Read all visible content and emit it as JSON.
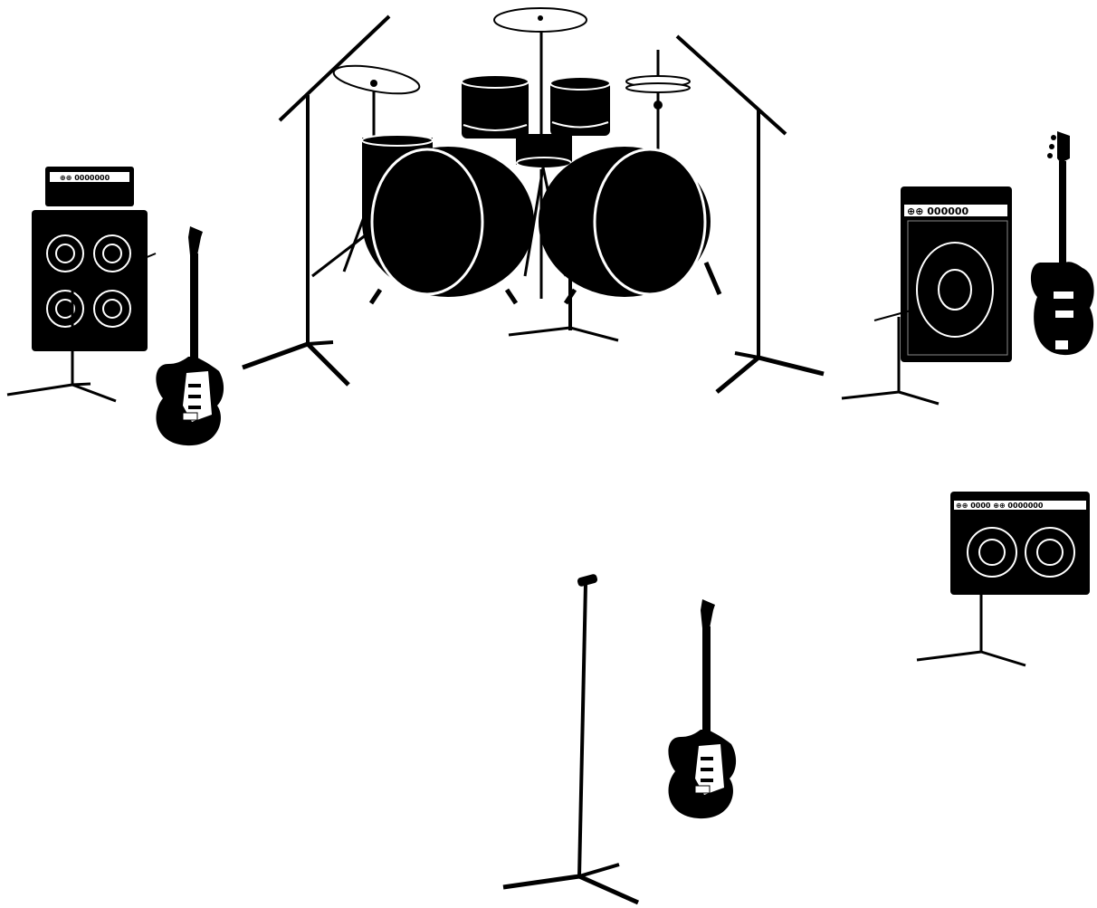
{
  "amp_labels": {
    "left_head": "⊕⊕ 0000000",
    "right_bass": "⊕⊕ 000000",
    "right_combo": "⊕⊕ 0000 ⊕⊕ 0000000"
  },
  "colors": {
    "ink": "#000000",
    "line": "#ffffff",
    "background": "#ffffff"
  }
}
